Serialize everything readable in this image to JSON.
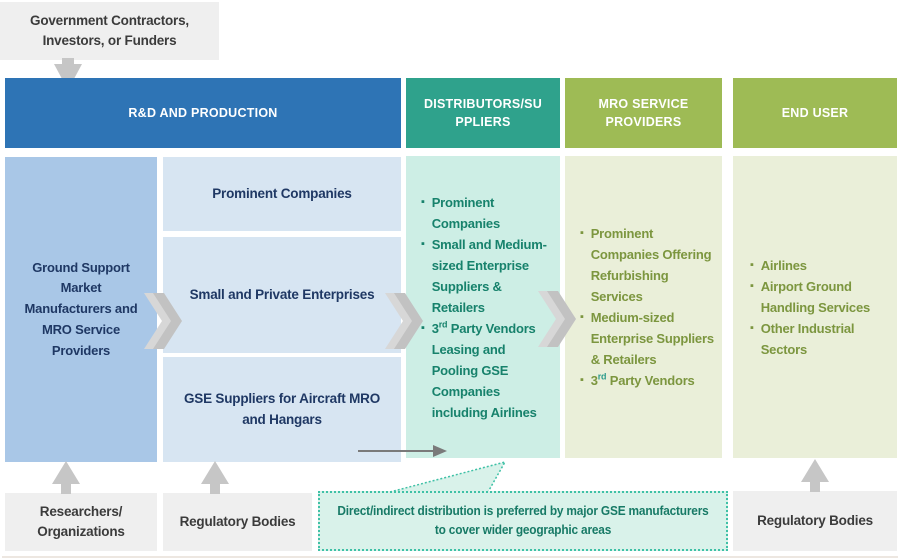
{
  "palette": {
    "header_blue": "#2e74b5",
    "header_teal": "#2fa28c",
    "header_olive": "#9ebb55",
    "box_blue": "#a9c7e7",
    "box_light_blue": "#d7e5f2",
    "col_mint": "#cdeee5",
    "col_pale_olive": "#eaefd9",
    "gray_box": "#efefef",
    "callout_bg": "#d9f2ea",
    "callout_border": "#3fc1a6",
    "text_navy": "#1f3864",
    "text_teal": "#17826c",
    "text_olive": "#7c963f",
    "arrow_gray": "#c6c6c6"
  },
  "glyphs": {
    "bullet": "▪"
  },
  "top": {
    "funders_label": "Government Contractors,\nInvestors, or Funders"
  },
  "headers": {
    "rd": "R&D AND PRODUCTION",
    "distributors": "DISTRIBUTORS/SU\nPPLIERS",
    "mro": "MRO SERVICE PROVIDERS",
    "end_user": "END USER"
  },
  "rd_column": {
    "main_box": "Ground Support Market Manufacturers and MRO Service Providers",
    "sub_boxes": [
      "Prominent Companies",
      "Small and Private Enterprises",
      "GSE Suppliers for Aircraft MRO and Hangars"
    ]
  },
  "distributors_column": {
    "items": [
      {
        "pre": "Prominent Companies",
        "sup": "",
        "post": ""
      },
      {
        "pre": "Small and Medium-sized Enterprise Suppliers & Retailers",
        "sup": "",
        "post": ""
      },
      {
        "pre": "3",
        "sup": "rd",
        "post": " Party Vendors Leasing and Pooling GSE Companies including Airlines"
      }
    ]
  },
  "mro_column": {
    "items": [
      {
        "pre": "Prominent Companies Offering Refurbishing Services",
        "sup": "",
        "post": ""
      },
      {
        "pre": "Medium-sized Enterprise Suppliers & Retailers",
        "sup": "",
        "post": ""
      },
      {
        "pre": "3",
        "sup": "rd",
        "post": " Party Vendors"
      }
    ]
  },
  "end_user_column": {
    "items": [
      {
        "pre": "Airlines",
        "sup": "",
        "post": ""
      },
      {
        "pre": "Airport Ground Handling Services",
        "sup": "",
        "post": ""
      },
      {
        "pre": "Other Industrial Sectors",
        "sup": "",
        "post": ""
      }
    ]
  },
  "bottom": {
    "researchers": "Researchers/\nOrganizations",
    "regulatory_left": "Regulatory Bodies",
    "regulatory_right": "Regulatory Bodies",
    "callout": "Direct/indirect distribution is preferred by major GSE manufacturers\nto cover wider geographic areas"
  }
}
